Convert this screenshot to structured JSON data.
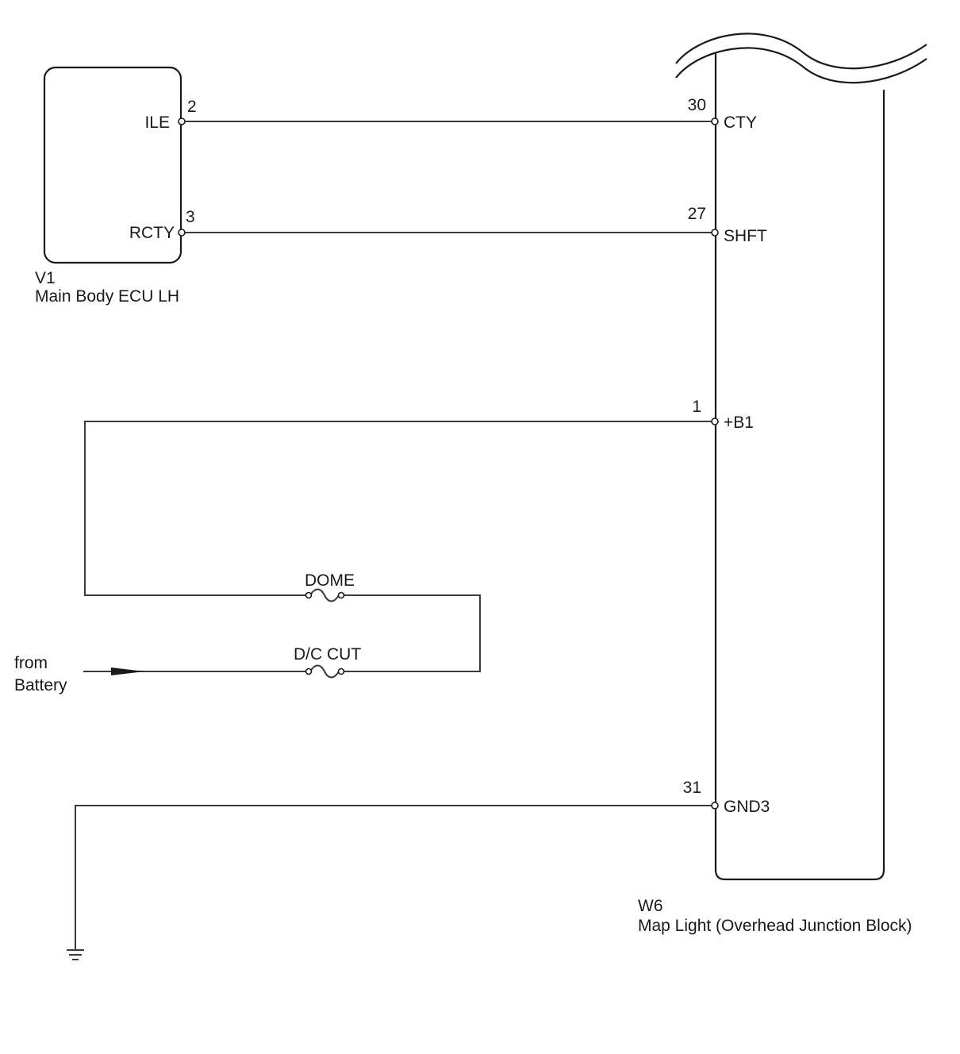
{
  "components": {
    "ecu": {
      "code": "V1",
      "name": "Main Body ECU LH",
      "pins": [
        {
          "num": "2",
          "signal": "ILE"
        },
        {
          "num": "3",
          "signal": "RCTY"
        }
      ]
    },
    "map_light": {
      "code": "W6",
      "name": "Map Light (Overhead Junction Block)",
      "pins": [
        {
          "num": "30",
          "signal": "CTY"
        },
        {
          "num": "27",
          "signal": "SHFT"
        },
        {
          "num": "1",
          "signal": "+B1"
        },
        {
          "num": "31",
          "signal": "GND3"
        }
      ]
    }
  },
  "fuses": [
    {
      "label": "DOME"
    },
    {
      "label": "D/C CUT"
    }
  ],
  "source": {
    "line1": "from",
    "line2": "Battery"
  },
  "colors": {
    "line": "#1a1a1a",
    "wire": "#3a3a3a",
    "background": "#ffffff"
  },
  "icons": [
    "ground-icon",
    "arrow-icon",
    "fuse-icon"
  ]
}
